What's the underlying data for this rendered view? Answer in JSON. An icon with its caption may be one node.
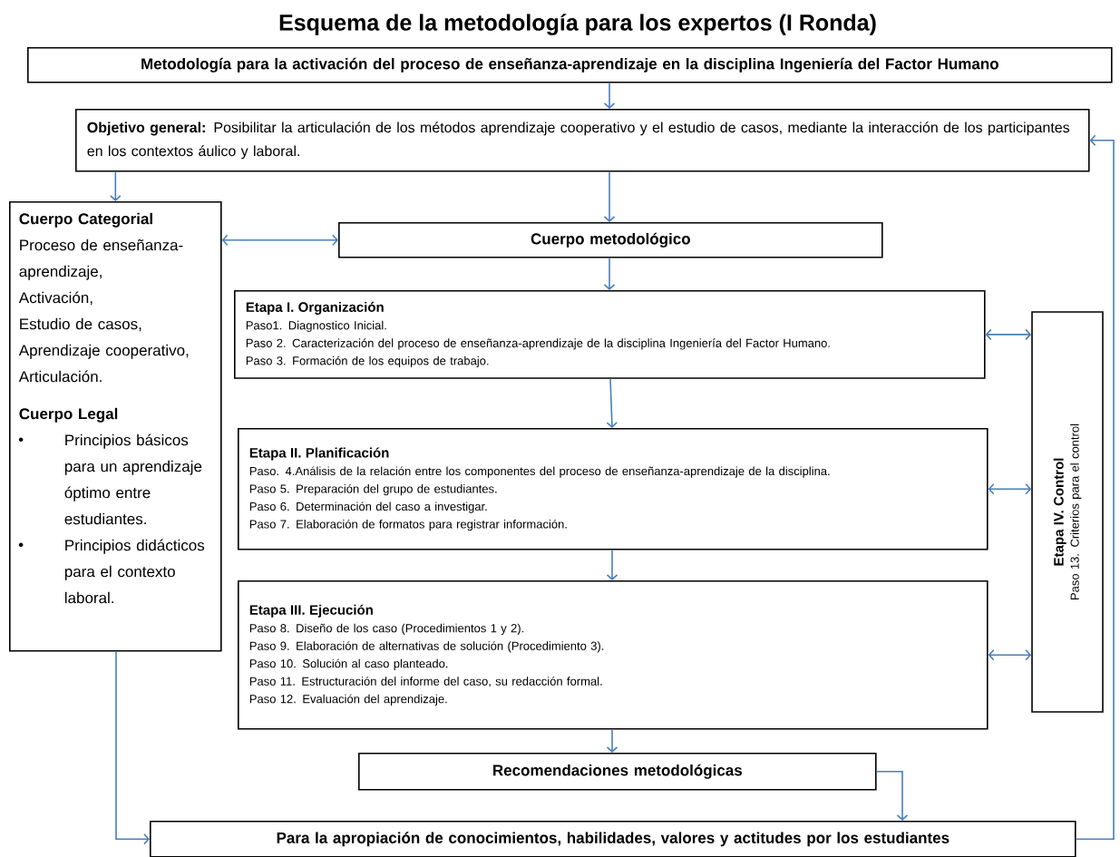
{
  "diagram": {
    "title": "Esquema de la metodología para los expertos (I Ronda)",
    "nodes": [
      {
        "text": [
          "Metodología para la activación del proceso de enseñanza-aprendizaje en la disciplina Ingeniería del Factor Humano"
        ]
      },
      {
        "text": [
          "**Objetivo general:** Posibilitar la articulación de los métodos aprendizaje cooperativo y el estudio de casos, mediante la interacción de los participantes en los contextos áulico y laboral."
        ]
      },
      {
        "text": [
          "Cuerpo Categorial",
          "Proceso de enseñanza-aprendizaje,",
          "Activación,",
          "Estudio de casos,",
          "Aprendizaje cooperativo,",
          "Articulación.",
          "Cuerpo Legal",
          "Principios básicos para un aprendizaje óptimo entre estudiantes.",
          "Principios didácticos para el contexto laboral."
        ]
      },
      {
        "text": [
          "Cuerpo  metodológico"
        ]
      },
      {
        "text": [
          "Etapa I. Organización",
          "Paso1. Diagnostico Inicial.",
          "Paso 2. Caracterización del proceso de enseñanza-aprendizaje de la disciplina Ingeniería del Factor Humano.",
          "Paso 3. Formación de los equipos de trabajo."
        ]
      },
      {
        "text": [
          "Etapa II. Planificación",
          "Paso. 4.Análisis de la relación entre los componentes del proceso de enseñanza-aprendizaje de la disciplina.",
          "Paso 5. Preparación del grupo de estudiantes.",
          "Paso 6. Determinación del caso a investigar.",
          "Paso 7. Elaboración de formatos para registrar información."
        ]
      },
      {
        "text": [
          "Etapa III. Ejecución",
          "Paso 8. Diseño de los caso (Procedimientos 1 y 2).",
          "Paso 9. Elaboración de alternativas de solución (Procedimiento 3).",
          "Paso 10. Solución al caso planteado.",
          "Paso 11. Estructuración del informe del caso, su redacción formal.",
          "Paso 12. Evaluación del aprendizaje."
        ]
      },
      {
        "text": [
          "Etapa IV. Control",
          "Paso 13. Criterios para el control"
        ]
      },
      {
        "text": [
          "Recomendaciones metodológicas"
        ]
      },
      {
        "text": [
          "Para la apropiación de conocimientos, habilidades, valores y actitudes por los estudiantes"
        ]
      }
    ],
    "edges": [
      {
        "from": 0,
        "to": 1,
        "arrow": "to"
      },
      {
        "from": 1,
        "to": 2,
        "arrow": "to"
      },
      {
        "from": 1,
        "to": 3,
        "arrow": "to"
      },
      {
        "from": 2,
        "to": 3,
        "arrow": "both"
      },
      {
        "from": 3,
        "to": 4,
        "arrow": "to"
      },
      {
        "from": 4,
        "to": 5,
        "arrow": "to"
      },
      {
        "from": 5,
        "to": 6,
        "arrow": "to"
      },
      {
        "from": 4,
        "to": 7,
        "arrow": "both"
      },
      {
        "from": 5,
        "to": 7,
        "arrow": "both"
      },
      {
        "from": 6,
        "to": 7,
        "arrow": "both"
      },
      {
        "from": 6,
        "to": 8,
        "arrow": "to"
      },
      {
        "from": 8,
        "to": 9,
        "arrow": "to"
      },
      {
        "from": 2,
        "to": 9,
        "arrow": "to"
      },
      {
        "from": 9,
        "to": 1,
        "arrow": "to"
      }
    ]
  }
}
